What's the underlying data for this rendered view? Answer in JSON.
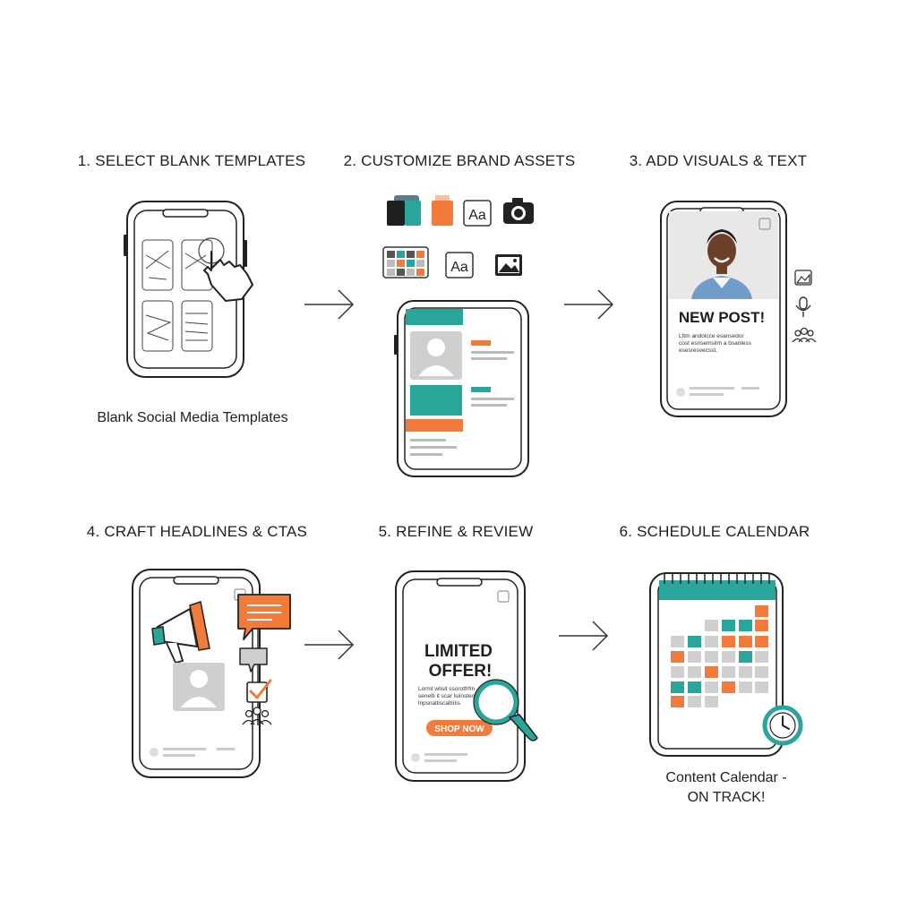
{
  "steps": [
    {
      "title": "1. SELECT BLANK TEMPLATES",
      "caption": "Blank Social Media Templates"
    },
    {
      "title": "2. CUSTOMIZE BRAND ASSETS"
    },
    {
      "title": "3. ADD VISUALS & TEXT",
      "post_heading": "NEW POST!",
      "post_body": [
        "Lttm andolcce esansedor",
        "cost esnsemsilm a bsanless",
        "esesresvecsst."
      ]
    },
    {
      "title": "4. CRAFT HEADLINES & CTAS"
    },
    {
      "title": "5. REFINE & REVIEW",
      "offer_line1": "LIMITED",
      "offer_line2": "OFFER!",
      "offer_body": [
        "Lormt wlisit ssorotfrfm",
        "senelti it scar lsiinsteol",
        "lnpsnaltiscaltiriis"
      ],
      "cta_label": "SHOP NOW"
    },
    {
      "title": "6. SCHEDULE CALENDAR",
      "caption_line1": "Content Calendar -",
      "caption_line2": "ON TRACK!"
    }
  ],
  "brand_assets": {
    "font_sample_1": "Aa",
    "font_sample_2": "Aa"
  },
  "colors": {
    "teal": "#2aa59a",
    "orange": "#f27a3a",
    "gray": "#cfcfcf",
    "ink": "#1f1f1f"
  },
  "icons": [
    "tap-hand-icon",
    "color-swatch-icon",
    "font-icon",
    "camera-icon",
    "palette-grid-icon",
    "image-icon",
    "microphone-icon",
    "people-icon",
    "megaphone-icon",
    "chat-bubble-icon",
    "checkbox-icon",
    "magnifier-icon",
    "clock-icon",
    "arrow-right-icon"
  ]
}
